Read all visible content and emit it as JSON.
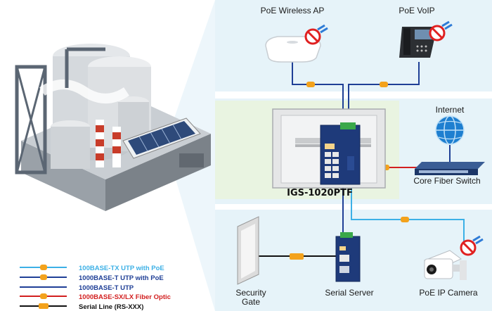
{
  "labels": {
    "poe_ap": "PoE Wireless AP",
    "poe_voip": "PoE VoIP",
    "internet": "Internet",
    "switch_model": "IGS-1020PTF",
    "core_switch": "Core Fiber Switch",
    "security_gate_line1": "Security",
    "security_gate_line2": "Gate",
    "serial_server": "Serial Server",
    "ip_camera": "PoE IP Camera"
  },
  "legend": [
    {
      "text": "100BASE-TX UTP with PoE",
      "color": "#3cb0e6"
    },
    {
      "text": "1000BASE-T UTP with PoE",
      "color": "#1f3f96"
    },
    {
      "text": "1000BASE-T UTP",
      "color": "#1f3f96"
    },
    {
      "text": "1000BASE-SX/LX Fiber Optic",
      "color": "#d21f1f"
    },
    {
      "text": "Serial Line (RS-XXX)",
      "color": "#111111"
    }
  ],
  "colors": {
    "panel": "#e6f3f9",
    "center_panel": "#e9f4e1",
    "poe_blue": "#3cb0e6",
    "utp_blue": "#1f3f96",
    "fiber_red": "#d21f1f",
    "serial_black": "#111111",
    "badge_orange": "#f3a21c"
  },
  "icons": [
    "factory-icon",
    "access-point-icon",
    "voip-phone-icon",
    "globe-icon",
    "switch-icon",
    "serial-server-icon",
    "gate-icon",
    "camera-icon",
    "no-power-icon"
  ]
}
